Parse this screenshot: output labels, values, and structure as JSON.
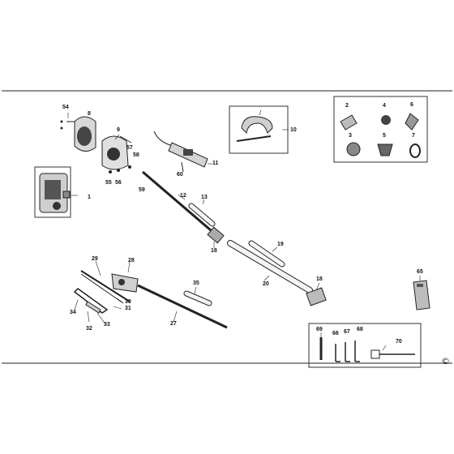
{
  "diagram": {
    "labels": {
      "l1": "1",
      "l2": "2",
      "l3": "3",
      "l4": "4",
      "l5": "5",
      "l6": "6",
      "l7": "7",
      "l8": "8",
      "l9": "9",
      "l10": "10",
      "l11": "11",
      "l12": "12",
      "l13": "13",
      "l18a": "18",
      "l18b": "18",
      "l19": "19",
      "l20": "20",
      "l27": "27",
      "l28": "28",
      "l29": "29",
      "l30": "30",
      "l31": "31",
      "l32": "32",
      "l33": "33",
      "l34": "34",
      "l35": "35",
      "l54": "54",
      "l55": "55",
      "l56": "56",
      "l57": "57",
      "l58": "58",
      "l59": "59",
      "l60": "60",
      "l65": "65",
      "l66": "66",
      "l67": "67",
      "l68": "68",
      "l69": "69",
      "l70": "70"
    },
    "copyright": "©"
  }
}
